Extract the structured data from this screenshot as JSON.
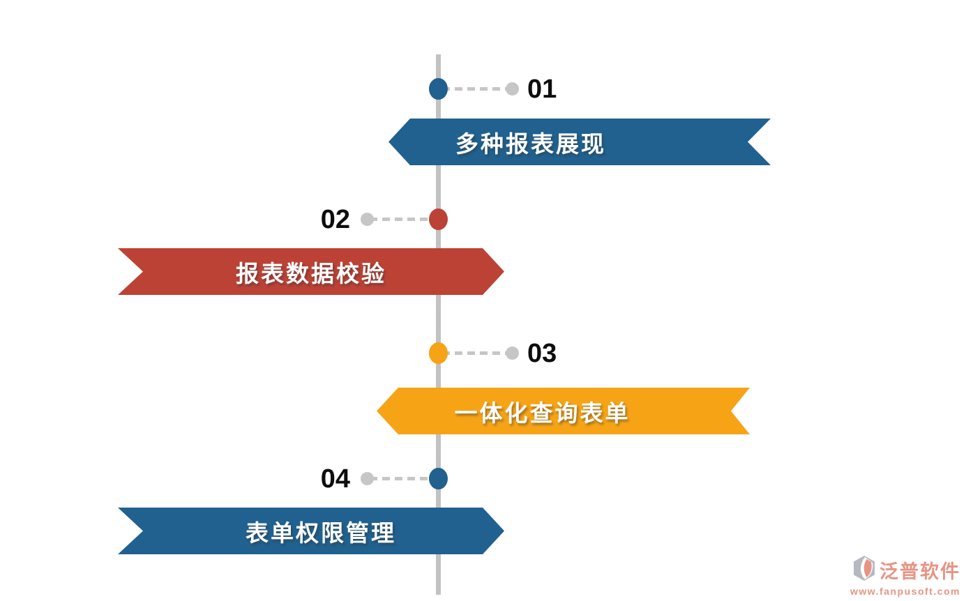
{
  "page": {
    "background": "#ffffff"
  },
  "timeline": {
    "axis_color": "#c2c2c2",
    "connector_color": "#c6c6c6",
    "number_color": "#0d0d0d",
    "items": [
      {
        "number": "01",
        "title": "多种报表展现",
        "color": "#20618f",
        "label_side": "right",
        "banner_side": "right"
      },
      {
        "number": "02",
        "title": "报表数据校验",
        "color": "#bc4236",
        "label_side": "left",
        "banner_side": "left"
      },
      {
        "number": "03",
        "title": "一体化查询表单",
        "color": "#f6a316",
        "label_side": "right",
        "banner_side": "right"
      },
      {
        "number": "04",
        "title": "表单权限管理",
        "color": "#20618f",
        "label_side": "left",
        "banner_side": "left"
      }
    ]
  },
  "watermark": {
    "brand": "泛普软件",
    "url": "www.fanpusoft.com",
    "color": "#e2826f",
    "logo_gray": "#a9adb6"
  }
}
